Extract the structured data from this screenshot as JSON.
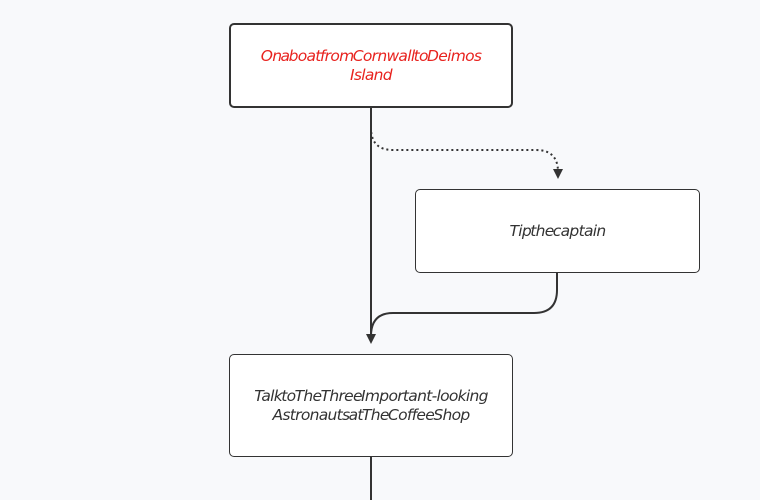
{
  "colors": {
    "background": "#f8f9fb",
    "node_border": "#333333",
    "edge": "#333333",
    "highlight_text": "#e8231f",
    "normal_text": "#333333"
  },
  "nodes": {
    "start": {
      "label": "On a boat from Cornwall to Deimos Island",
      "highlighted": true
    },
    "tip": {
      "label": "Tip the captain",
      "highlighted": false
    },
    "talk": {
      "label": "Talk to The Three Important-looking Astronauts at The Coffee Shop",
      "highlighted": false
    }
  },
  "edges": [
    {
      "from": "start",
      "to": "tip",
      "style": "dotted"
    },
    {
      "from": "start",
      "to": "talk",
      "style": "solid"
    },
    {
      "from": "tip",
      "to": "talk",
      "style": "solid"
    }
  ]
}
